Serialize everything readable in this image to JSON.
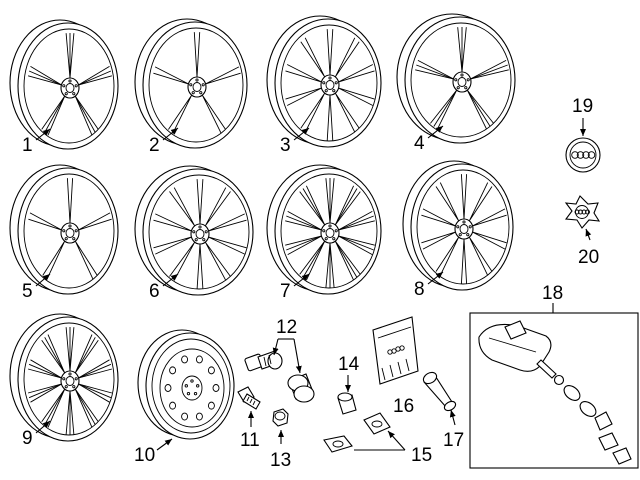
{
  "callouts": {
    "c1": "1",
    "c2": "2",
    "c3": "3",
    "c4": "4",
    "c5": "5",
    "c6": "6",
    "c7": "7",
    "c8": "8",
    "c9": "9",
    "c10": "10",
    "c11": "11",
    "c12": "12",
    "c13": "13",
    "c14": "14",
    "c15": "15",
    "c16": "16",
    "c17": "17",
    "c18": "18",
    "c19": "19",
    "c20": "20"
  },
  "colors": {
    "ink": "#000000",
    "paper": "#ffffff"
  }
}
